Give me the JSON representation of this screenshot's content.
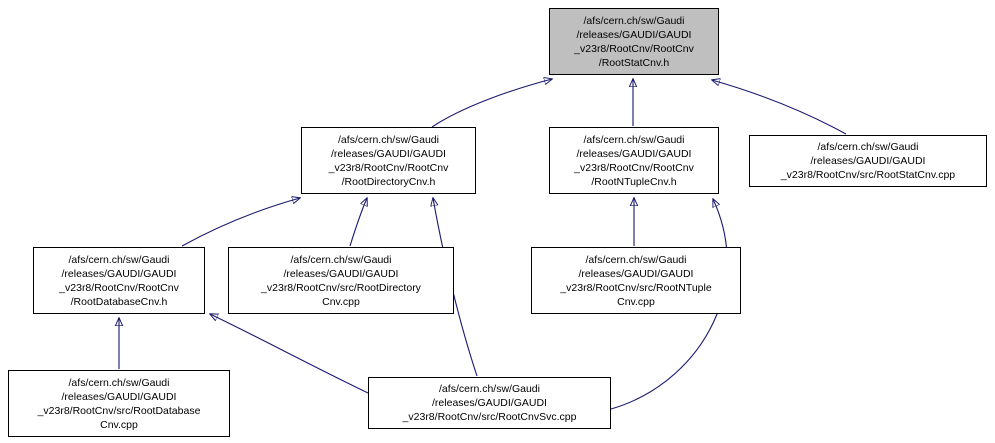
{
  "diagram": {
    "type": "doxygen-include-dependency-graph",
    "arrow_color": "#191970",
    "highlight_color": "#bfbfbf",
    "nodes": [
      {
        "id": "RootStatCnv.h",
        "highlighted": true,
        "lines": [
          "/afs/cern.ch/sw/Gaudi",
          "/releases/GAUDI/GAUDI",
          "_v23r8/RootCnv/RootCnv",
          "/RootStatCnv.h"
        ]
      },
      {
        "id": "RootDirectoryCnv.h",
        "highlighted": false,
        "lines": [
          "/afs/cern.ch/sw/Gaudi",
          "/releases/GAUDI/GAUDI",
          "_v23r8/RootCnv/RootCnv",
          "/RootDirectoryCnv.h"
        ]
      },
      {
        "id": "RootNTupleCnv.h",
        "highlighted": false,
        "lines": [
          "/afs/cern.ch/sw/Gaudi",
          "/releases/GAUDI/GAUDI",
          "_v23r8/RootCnv/RootCnv",
          "/RootNTupleCnv.h"
        ]
      },
      {
        "id": "RootStatCnv.cpp",
        "highlighted": false,
        "lines": [
          "/afs/cern.ch/sw/Gaudi",
          "/releases/GAUDI/GAUDI",
          "_v23r8/RootCnv/src/RootStatCnv.cpp"
        ]
      },
      {
        "id": "RootDatabaseCnv.h",
        "highlighted": false,
        "lines": [
          "/afs/cern.ch/sw/Gaudi",
          "/releases/GAUDI/GAUDI",
          "_v23r8/RootCnv/RootCnv",
          "/RootDatabaseCnv.h"
        ]
      },
      {
        "id": "RootDirectoryCnv.cpp",
        "highlighted": false,
        "lines": [
          "/afs/cern.ch/sw/Gaudi",
          "/releases/GAUDI/GAUDI",
          "_v23r8/RootCnv/src/RootDirectory",
          "Cnv.cpp"
        ]
      },
      {
        "id": "RootNTupleCnv.cpp",
        "highlighted": false,
        "lines": [
          "/afs/cern.ch/sw/Gaudi",
          "/releases/GAUDI/GAUDI",
          "_v23r8/RootCnv/src/RootNTuple",
          "Cnv.cpp"
        ]
      },
      {
        "id": "RootDatabaseCnv.cpp",
        "highlighted": false,
        "lines": [
          "/afs/cern.ch/sw/Gaudi",
          "/releases/GAUDI/GAUDI",
          "_v23r8/RootCnv/src/RootDatabase",
          "Cnv.cpp"
        ]
      },
      {
        "id": "RootCnvSvc.cpp",
        "highlighted": false,
        "lines": [
          "/afs/cern.ch/sw/Gaudi",
          "/releases/GAUDI/GAUDI",
          "_v23r8/RootCnv/src/RootCnvSvc.cpp"
        ]
      }
    ],
    "edges": [
      {
        "from": "RootDirectoryCnv.h",
        "to": "RootStatCnv.h"
      },
      {
        "from": "RootNTupleCnv.h",
        "to": "RootStatCnv.h"
      },
      {
        "from": "RootStatCnv.cpp",
        "to": "RootStatCnv.h"
      },
      {
        "from": "RootDatabaseCnv.h",
        "to": "RootDirectoryCnv.h"
      },
      {
        "from": "RootDirectoryCnv.cpp",
        "to": "RootDirectoryCnv.h"
      },
      {
        "from": "RootCnvSvc.cpp",
        "to": "RootDirectoryCnv.h"
      },
      {
        "from": "RootNTupleCnv.cpp",
        "to": "RootNTupleCnv.h"
      },
      {
        "from": "RootCnvSvc.cpp",
        "to": "RootNTupleCnv.h"
      },
      {
        "from": "RootDatabaseCnv.cpp",
        "to": "RootDatabaseCnv.h"
      },
      {
        "from": "RootCnvSvc.cpp",
        "to": "RootDatabaseCnv.h"
      }
    ]
  }
}
